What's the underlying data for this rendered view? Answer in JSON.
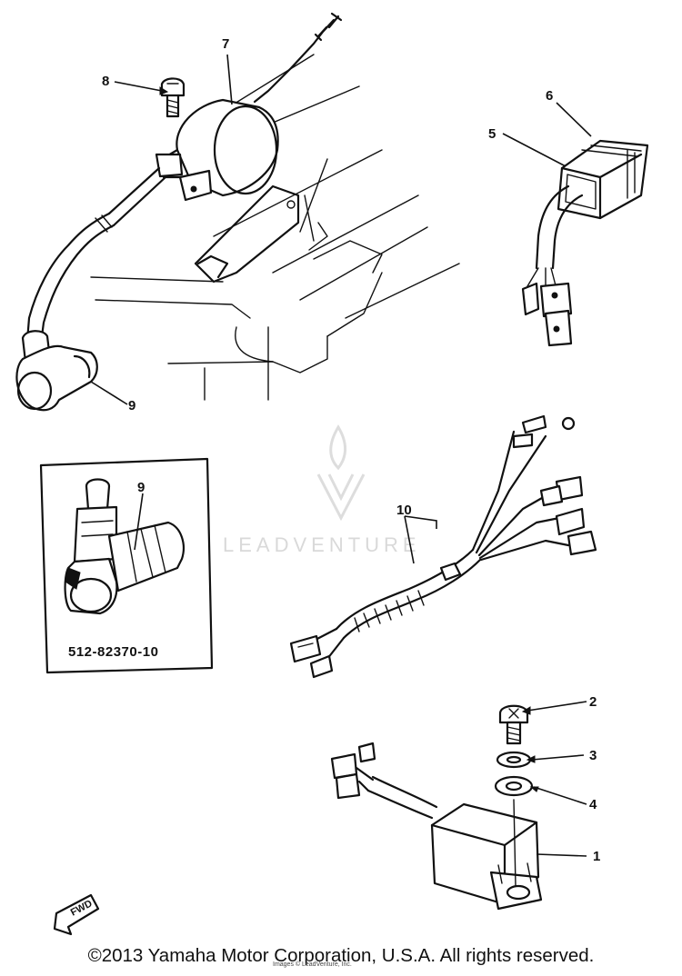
{
  "callouts": [
    {
      "id": "7",
      "text": "7"
    },
    {
      "id": "8",
      "text": "8"
    },
    {
      "id": "6",
      "text": "6"
    },
    {
      "id": "5",
      "text": "5"
    },
    {
      "id": "9",
      "text": "9"
    },
    {
      "id": "9b",
      "text": "9"
    },
    {
      "id": "10",
      "text": "10"
    },
    {
      "id": "2",
      "text": "2"
    },
    {
      "id": "3",
      "text": "3"
    },
    {
      "id": "4",
      "text": "4"
    },
    {
      "id": "1",
      "text": "1"
    }
  ],
  "inset": {
    "part_number": "512-82370-10"
  },
  "fwd_label": "FWD",
  "watermark": {
    "text": "LEADVENTURE"
  },
  "footer": {
    "copyright": "©2013 Yamaha Motor Corporation, U.S.A. All rights reserved.",
    "credit": "Images © LeadVenture, Inc."
  },
  "colors": {
    "ink": "#111111",
    "background": "#ffffff",
    "watermark": "#d9d9d9"
  }
}
